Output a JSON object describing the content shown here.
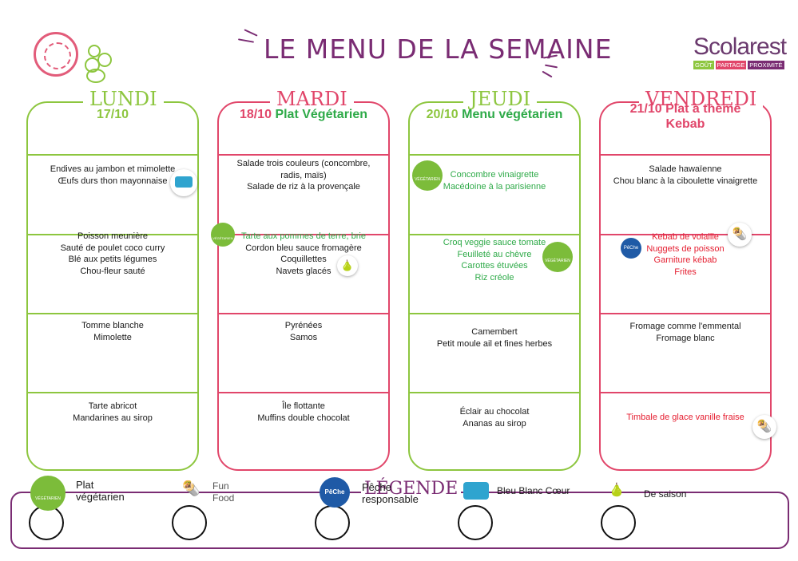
{
  "title": "LE MENU DE LA SEMAINE",
  "logo": {
    "word": "Scolarest",
    "tags": [
      "GOÛT",
      "PARTAGE",
      "PROXIMITÉ"
    ]
  },
  "days": [
    {
      "name": "LUNDI",
      "date": "17/10",
      "theme": "",
      "starters": [
        "Endives au jambon et mimolette",
        "Œufs durs thon mayonnaise"
      ],
      "mains": [
        "Poisson meunière",
        "Sauté de poulet coco curry",
        "Blé aux petits légumes",
        "Chou-fleur sauté"
      ],
      "cheese": [
        "Tomme blanche",
        "Mimolette"
      ],
      "desserts": [
        "Tarte abricot",
        "Mandarines au sirop"
      ]
    },
    {
      "name": "MARDI",
      "date": "18/10",
      "theme": "Plat Végétarien",
      "starters": [
        "Salade trois couleurs (concombre,",
        "radis, maïs)",
        "Salade de riz à la provençale"
      ],
      "mains": [
        "Tarte aux pommes de terre, brie",
        "Cordon bleu sauce fromagère",
        "Coquillettes",
        "Navets glacés"
      ],
      "cheese": [
        "Pyrénées",
        "Samos"
      ],
      "desserts": [
        "Île flottante",
        "Muffins double chocolat"
      ]
    },
    {
      "name": "JEUDI",
      "date": "20/10",
      "theme": "Menu végétarien",
      "starters": [
        "Concombre vinaigrette",
        "Macédoine à la parisienne"
      ],
      "mains": [
        "Croq veggie sauce tomate",
        "Feuilleté au chèvre",
        "Carottes étuvées",
        "Riz créole"
      ],
      "cheese": [
        "Camembert",
        "Petit moule ail et fines herbes"
      ],
      "desserts": [
        "Éclair au chocolat",
        "Ananas au sirop"
      ]
    },
    {
      "name": "VENDREDI",
      "date": "21/10",
      "theme": "Plat à thème",
      "theme2": "Kebab",
      "starters": [
        "Salade hawaïenne",
        "Chou blanc à la ciboulette vinaigrette"
      ],
      "mains": [
        "Kebab de volaille",
        "Nuggets de poisson",
        "Garniture kébab",
        "Frites"
      ],
      "cheese": [
        "Fromage comme l'emmental",
        "Fromage blanc"
      ],
      "desserts": [
        "Timbale de glace vanille fraise"
      ]
    }
  ],
  "badges": {
    "veg": "VÉGÉTARIEN",
    "peche": "PêChe"
  },
  "legend": {
    "title": "LÉGENDE",
    "items": [
      {
        "label1": "Plat",
        "label2": "végétarien",
        "icon": "vegetarian-icon"
      },
      {
        "label1": "Fun",
        "label2": "Food",
        "icon": "fun-food-icon"
      },
      {
        "label1": "Pêche",
        "label2": "responsable",
        "icon": "peche-responsable-icon"
      },
      {
        "label1": "Bleu Blanc Cœur",
        "label2": "",
        "icon": "bleu-blanc-coeur-icon"
      },
      {
        "label1": "De saison",
        "label2": "",
        "icon": "seasonal-icon"
      }
    ]
  },
  "colors": {
    "purple": "#7a2c73",
    "green": "#8dc63f",
    "pink": "#e1466a",
    "veg_text": "#2eaa48",
    "red_text": "#e51e30"
  }
}
